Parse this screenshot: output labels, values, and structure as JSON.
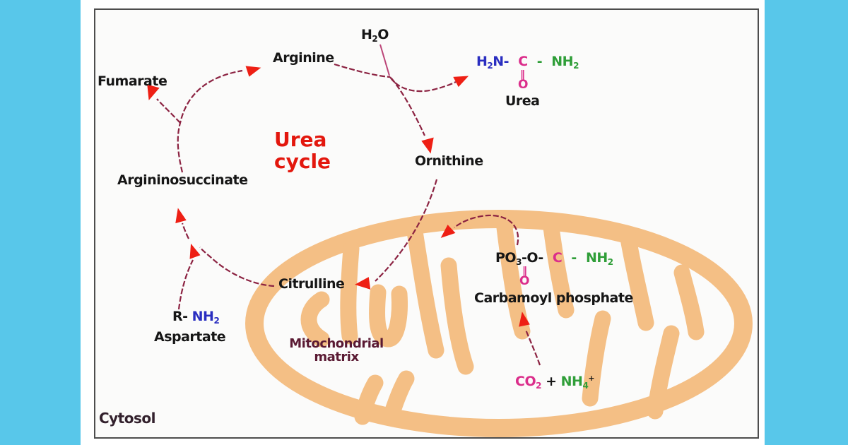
{
  "title": {
    "line1": "Urea",
    "line2": "cycle"
  },
  "cycle_labels": {
    "fumarate": "Fumarate",
    "arginine": "Arginine",
    "ornithine": "Ornithine",
    "citrulline": "Citrulline",
    "argininosuccinate": "Argininosuccinate"
  },
  "water": {
    "h": "H",
    "sub": "2",
    "o": "O"
  },
  "urea_structure": {
    "amine_left": "H",
    "amine_left_sub": "2",
    "amine_left_rest": "N-",
    "carbon": "C",
    "dash": "-",
    "amine_right": "NH",
    "amine_right_sub": "2",
    "double_bond": "‖",
    "oxygen": "O",
    "label": "Urea"
  },
  "carbamoyl_structure": {
    "phosphate": "PO",
    "phosphate_sub": "3",
    "linker": "-O-",
    "carbon": "C",
    "dash": "-",
    "amine": "NH",
    "amine_sub": "2",
    "double_bond": "‖",
    "oxygen": "O",
    "label": "Carbamoyl phosphate"
  },
  "substrates": {
    "co2": "CO",
    "co2_sub": "2",
    "plus": "+",
    "ammonium": "NH",
    "ammonium_sub": "4",
    "ammonium_sup": "+"
  },
  "aspartate_group": {
    "r": "R-",
    "nh": "NH",
    "nh_sub": "2",
    "name": "Aspartate"
  },
  "compartments": {
    "matrix_line1": "Mitochondrial",
    "matrix_line2": "matrix",
    "cytosol": "Cytosol"
  },
  "colors": {
    "cyan_band": "#58c7ea",
    "canvas_border": "#4d4d4d",
    "title_red": "#e3170d",
    "label_black": "#161616",
    "maroon_text": "#5a1a33",
    "formula_blue": "#2a2ec0",
    "formula_green": "#2f9e38",
    "formula_pink": "#db2e8b",
    "arrow_line": "#8c2342",
    "arrow_head": "#ee1f14",
    "water_line": "#bb4477",
    "mitochondrion_orange": "#f4bf85"
  }
}
